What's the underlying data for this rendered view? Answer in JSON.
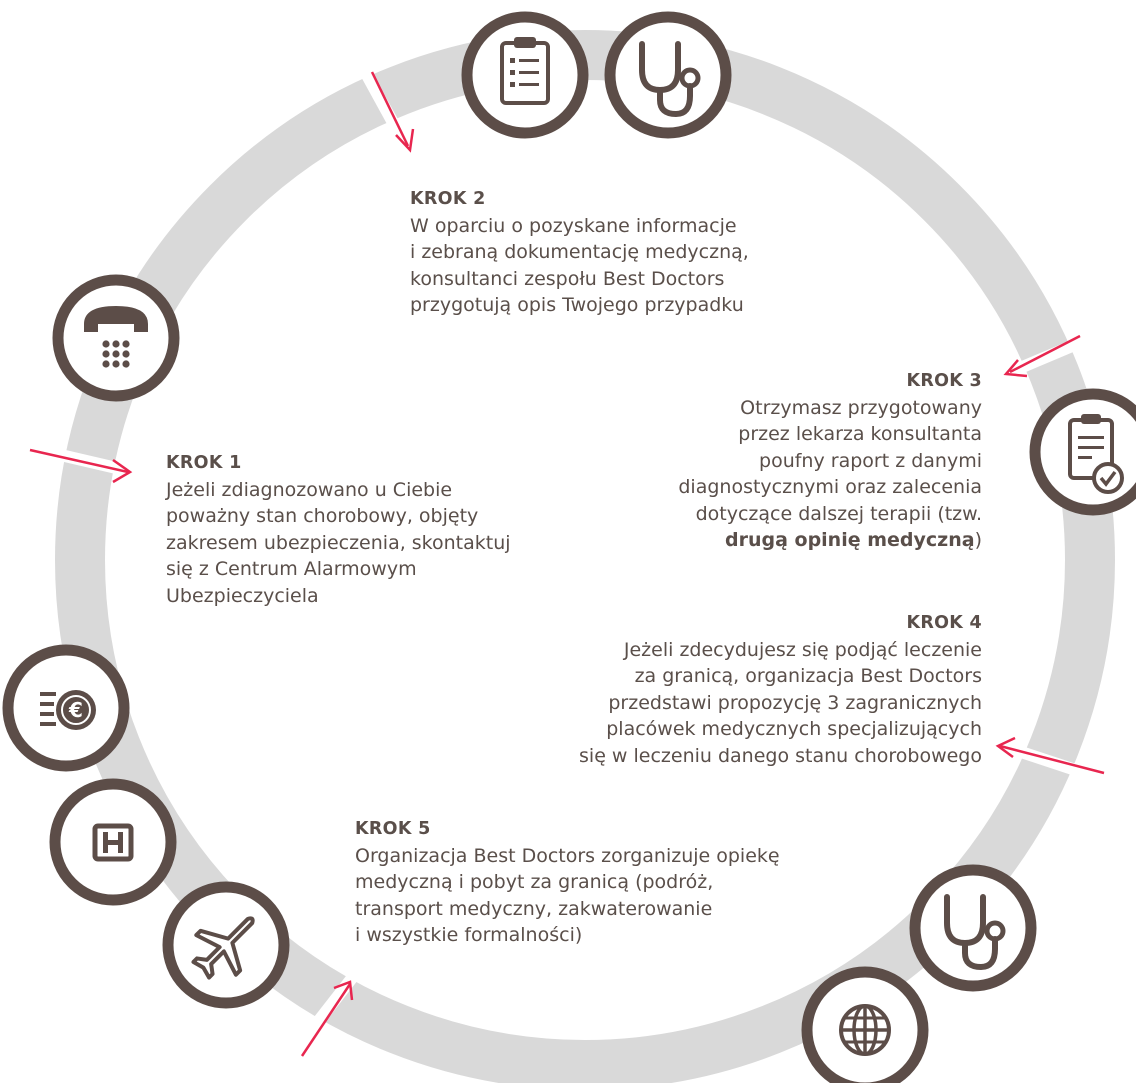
{
  "colors": {
    "ring": "#d9d9d9",
    "icon_border": "#5c4d48",
    "icon_fill": "#ffffff",
    "arrow": "#e8264f",
    "text": "#5a4f4a"
  },
  "icons": [
    "clipboard-icon",
    "stethoscope-icon",
    "phone-icon",
    "report-check-icon",
    "euro-coin-icon",
    "hospital-icon",
    "airplane-icon",
    "stethoscope-icon",
    "globe-icon"
  ],
  "steps": {
    "step1": {
      "title": "KROK 1",
      "lines": [
        "Jeżeli zdiagnozowano u Ciebie",
        "poważny stan chorobowy, objęty",
        "zakresem ubezpieczenia, skontaktuj",
        "się z Centrum Alarmowym",
        "Ubezpieczyciela"
      ]
    },
    "step2": {
      "title": "KROK 2",
      "lines": [
        "W oparciu o pozyskane informacje",
        "i zebraną dokumentację medyczną,",
        "konsultanci zespołu Best Doctors",
        "przygotują opis Twojego przypadku"
      ]
    },
    "step3": {
      "title": "KROK 3",
      "lines": [
        "Otrzymasz przygotowany",
        "przez lekarza konsultanta",
        "poufny raport z danymi",
        "diagnostycznymi oraz zalecenia",
        "dotyczące dalszej terapii (tzw."
      ],
      "bold": "drugą opinię medyczną",
      "after_bold": ")"
    },
    "step4": {
      "title": "KROK 4",
      "lines": [
        "Jeżeli zdecydujesz się podjąć leczenie",
        "za granicą, organizacja Best Doctors",
        "przedstawi propozycję 3 zagranicznych",
        "placówek medycznych specjalizujących",
        "się w leczeniu danego stanu chorobowego"
      ]
    },
    "step5": {
      "title": "KROK 5",
      "lines": [
        "Organizacja Best Doctors zorganizuje opiekę",
        "medyczną i pobyt za granicą (podróż,",
        "transport medyczny, zakwaterowanie",
        "i wszystkie formalności)"
      ]
    }
  }
}
